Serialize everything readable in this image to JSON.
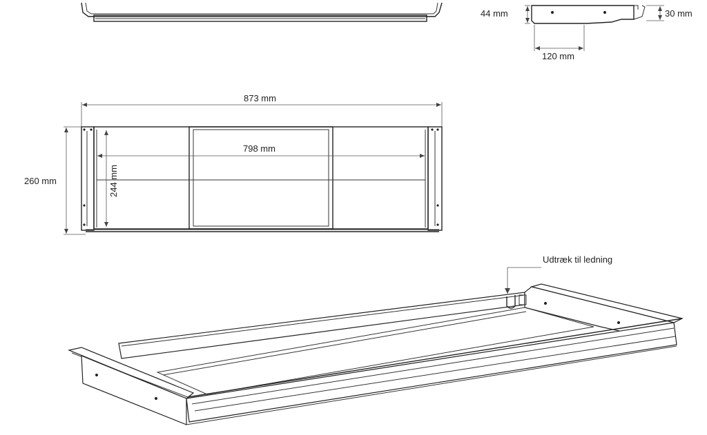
{
  "dimensions": {
    "side_height": "44 mm",
    "side_lip": "30 mm",
    "side_depth": "120 mm",
    "overall_length": "873 mm",
    "inner_length": "798 mm",
    "overall_width": "260 mm",
    "inner_width": "244 mm"
  },
  "callouts": {
    "cable_outlet": "Udtræk til ledning"
  },
  "colors": {
    "line": "#222222",
    "dimension_line": "#555555",
    "background": "#ffffff"
  }
}
